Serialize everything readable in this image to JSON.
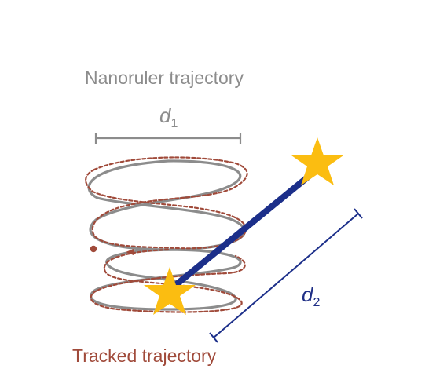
{
  "labels": {
    "nanoruler_trajectory": "Nanoruler trajectory",
    "d1_symbol": "d",
    "d1_subscript": "1",
    "d2_symbol": "d",
    "d2_subscript": "2",
    "tracked_trajectory": "Tracked trajectory"
  },
  "colors": {
    "nanoruler": "#8c8c8c",
    "tracked": "#a04a3a",
    "ruler_link": "#1c2f8a",
    "star": "#fbbd11"
  },
  "icons": {
    "end_marker": "star-icon"
  }
}
